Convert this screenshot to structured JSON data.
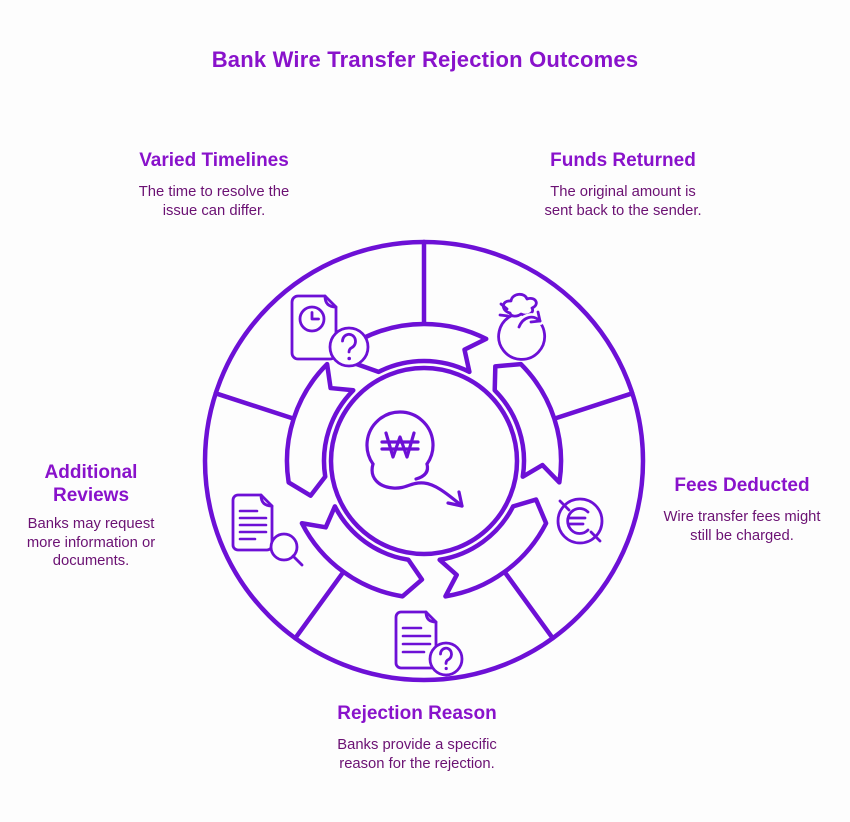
{
  "title": "Bank Wire Transfer Rejection Outcomes",
  "colors": {
    "heading_purple": "#8912cb",
    "body_text_purple": "#6b1173",
    "wheel_stroke_violet": "#6d10d6",
    "background": "#fdfdfd"
  },
  "center": {
    "icon": "won-currency-decline-icon"
  },
  "sections": [
    {
      "id": "varied-timelines",
      "heading": "Varied Timelines",
      "desc": "The time to resolve the\nissue can differ.",
      "icon": "document-clock-question-icon"
    },
    {
      "id": "funds-returned",
      "heading": "Funds Returned",
      "desc": "The original amount is\nsent back to the sender.",
      "icon": "money-bag-return-icon"
    },
    {
      "id": "fees-deducted",
      "heading": "Fees Deducted",
      "desc": "Wire transfer fees might\nstill be charged.",
      "icon": "euro-coin-icon"
    },
    {
      "id": "rejection-reason",
      "heading": "Rejection Reason",
      "desc": "Banks provide a specific\nreason for the rejection.",
      "icon": "document-question-icon"
    },
    {
      "id": "additional-reviews",
      "heading": "Additional Reviews",
      "desc": "Banks may request\nmore information or\ndocuments.",
      "icon": "document-search-icon"
    }
  ]
}
